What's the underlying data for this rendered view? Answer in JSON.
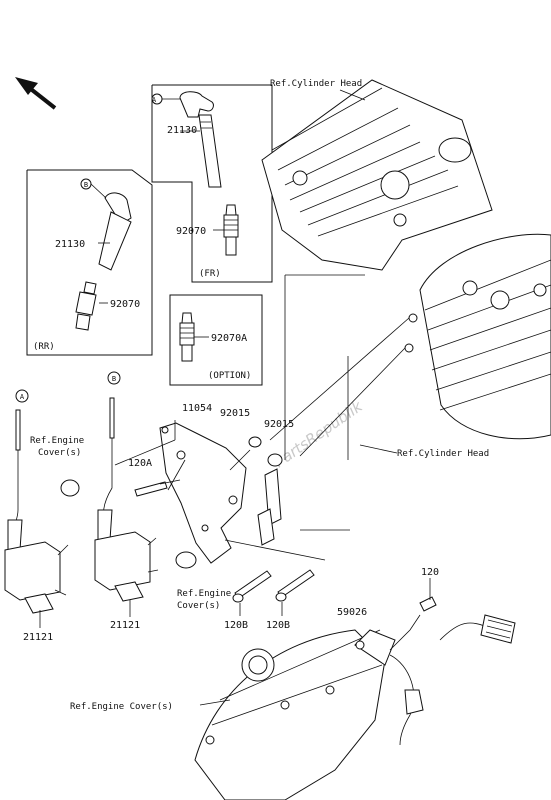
{
  "watermark": "PartsRepublik",
  "labels": {
    "ref_cyl_head_top": "Ref.Cylinder Head",
    "ref_cyl_head_right": "Ref.Cylinder Head",
    "ref_engine_cover_1_l1": "Ref.Engine",
    "ref_engine_cover_1_l2": "Cover(s)",
    "ref_engine_cover_2_l1": "Ref.Engine",
    "ref_engine_cover_2_l2": "Cover(s)",
    "ref_engine_cover_3": "Ref.Engine Cover(s)",
    "p21130_fr": "21130",
    "p92070_fr": "92070",
    "fr": "(FR)",
    "p21130_rr": "21130",
    "p92070_rr": "92070",
    "rr": "(RR)",
    "p92070a": "92070A",
    "option": "(OPTION)",
    "p11054": "11054",
    "p92015a": "92015",
    "p92015b": "92015",
    "p120a": "120A",
    "p21121_l": "21121",
    "p21121_r": "21121",
    "p120b_1": "120B",
    "p120b_2": "120B",
    "p120": "120",
    "p59026": "59026",
    "marker_a1": "A",
    "marker_a2": "A",
    "marker_b1": "B",
    "marker_b2": "B"
  }
}
